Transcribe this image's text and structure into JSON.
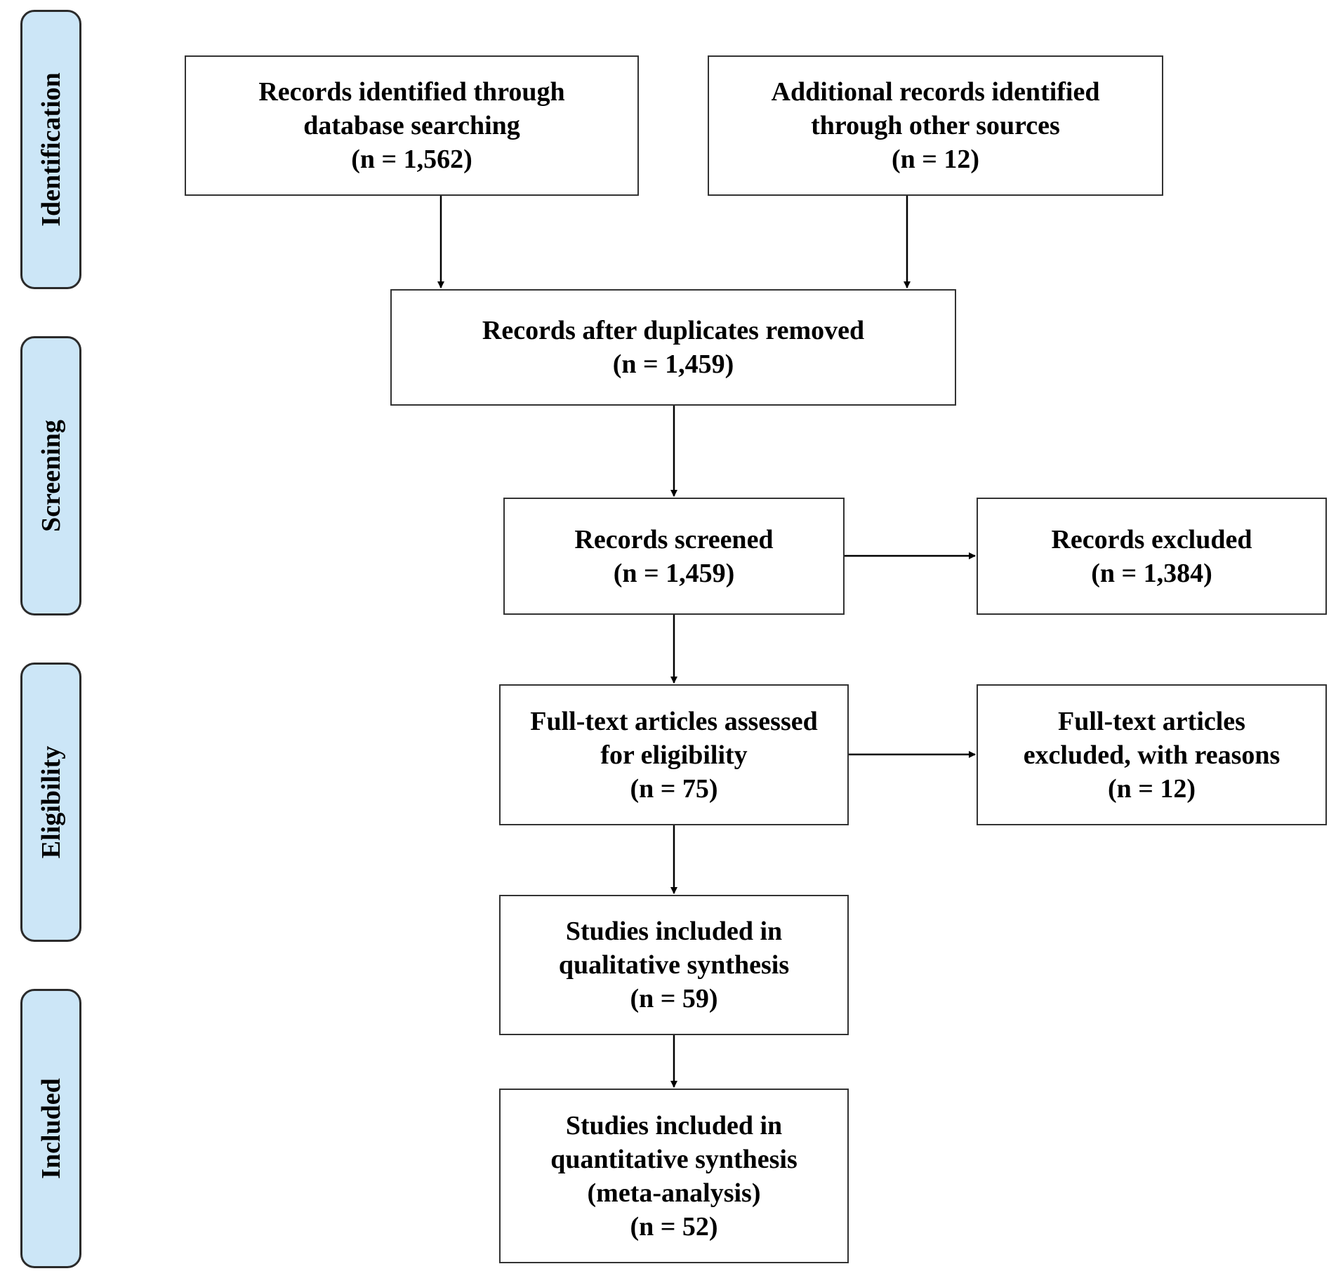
{
  "phases": {
    "identification": "Identification",
    "screening": "Screening",
    "eligibility": "Eligibility",
    "included": "Included"
  },
  "boxes": {
    "db_search": {
      "line1": "Records identified through",
      "line2": "database searching",
      "count": "(n = 1,562)"
    },
    "other_sources": {
      "line1": "Additional records identified",
      "line2": "through other sources",
      "count": "(n = 12)"
    },
    "after_duplicates": {
      "line1": "Records after duplicates removed",
      "count": "(n = 1,459)"
    },
    "screened": {
      "line1": "Records screened",
      "count": "(n = 1,459)"
    },
    "excluded": {
      "line1": "Records excluded",
      "count": "(n = 1,384)"
    },
    "fulltext_assessed": {
      "line1": "Full-text articles assessed",
      "line2": "for eligibility",
      "count": "(n = 75)"
    },
    "fulltext_excluded": {
      "line1": "Full-text articles",
      "line2": "excluded, with reasons",
      "count": "(n = 12)"
    },
    "qualitative": {
      "line1": "Studies included in",
      "line2": "qualitative synthesis",
      "count": "(n = 59)"
    },
    "quantitative": {
      "line1": "Studies included in",
      "line2": "quantitative synthesis",
      "line3": "(meta-analysis)",
      "count": "(n = 52)"
    }
  },
  "colors": {
    "phase_fill": "#cce6f7",
    "border": "#333333",
    "arrow": "#000000"
  }
}
